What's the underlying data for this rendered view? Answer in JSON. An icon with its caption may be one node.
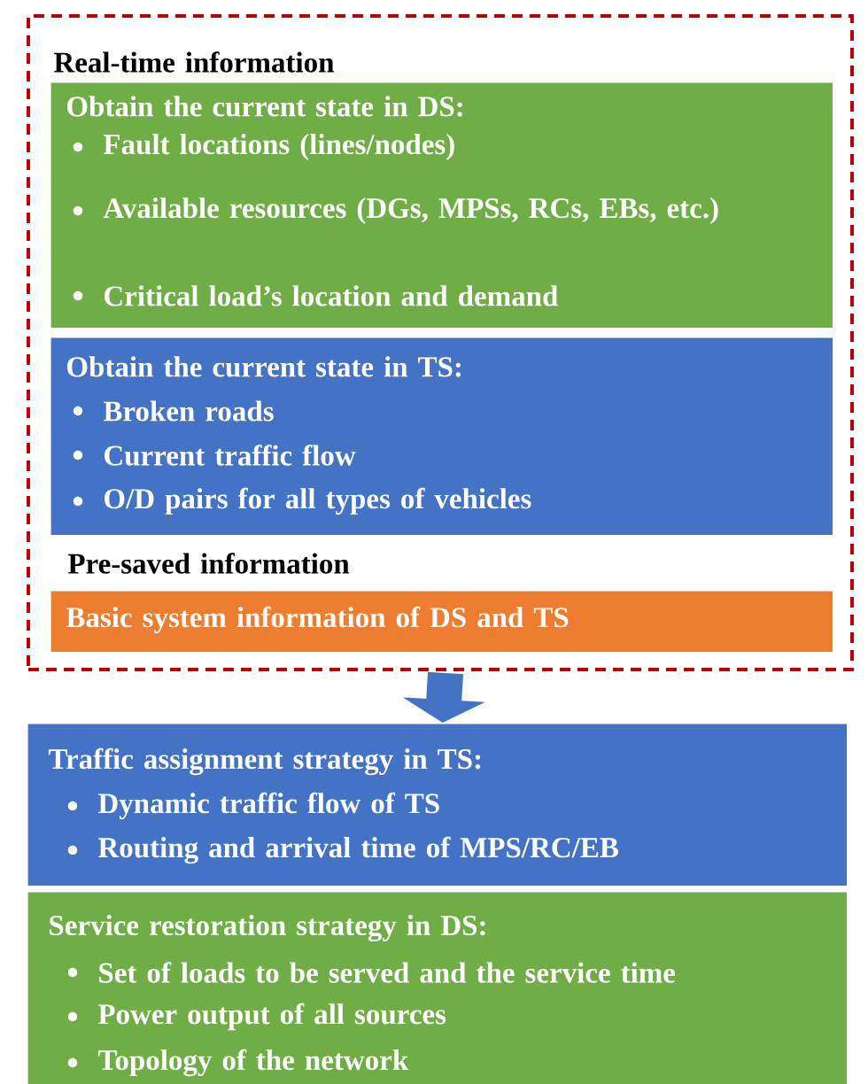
{
  "diagram": {
    "nodes": [
      {
        "text": [
          "Real-time information",
          "Pre-saved information"
        ]
      },
      {
        "text": [
          "Obtain the current state in DS:",
          "Fault locations (lines/nodes)",
          "Available resources (DGs, MPSs, RCs, EBs, etc.)",
          "Critical load’s location and demand"
        ],
        "in": 0
      },
      {
        "text": [
          "Obtain the current state in TS:",
          "Broken roads",
          "Current traffic flow",
          "O/D pairs for all types of vehicles"
        ],
        "in": 0
      },
      {
        "text": [
          "Basic system information of DS and TS"
        ],
        "in": 0
      },
      {
        "text": [
          "Traffic assignment strategy in TS:",
          "Dynamic traffic flow of TS",
          "Routing and arrival time of MPS/RC/EB"
        ]
      },
      {
        "text": [
          "Service restoration strategy in DS:",
          "Set of loads to be served and the service time",
          "Power output of all sources",
          "Topology of the network"
        ]
      }
    ],
    "edges": [
      {
        "from": 0,
        "to": 4,
        "arrow": "to"
      }
    ]
  }
}
